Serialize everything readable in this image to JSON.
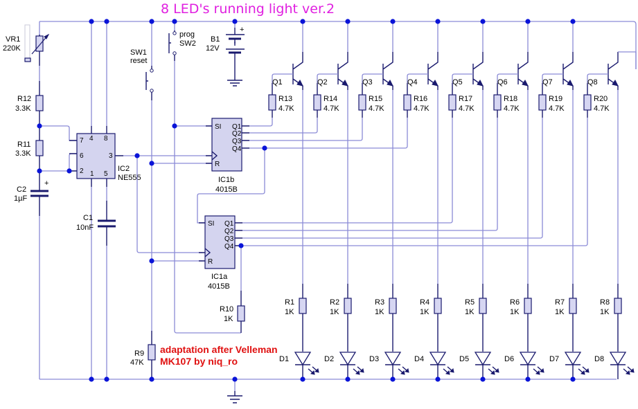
{
  "title": "8 LED's running light ver.2",
  "credit": [
    "adaptation after Velleman",
    "MK107 by niq_ro"
  ],
  "colors": {
    "wire": "#8a8ad6",
    "component_fill": "#d6d6f2",
    "component_stroke": "#1a1a6e",
    "node": "#0a14d8",
    "title": "#e020e0",
    "credit": "#e01010"
  },
  "components": {
    "vr1": {
      "ref": "VR1",
      "value": "220K"
    },
    "r12": {
      "ref": "R12",
      "value": "3.3K"
    },
    "r11": {
      "ref": "R11",
      "value": "3.3K"
    },
    "c2": {
      "ref": "C2",
      "value": "1µF",
      "polarity": "+"
    },
    "c1": {
      "ref": "C1",
      "value": "10nF"
    },
    "ic2": {
      "ref": "IC2",
      "part": "NE555",
      "pins": [
        "7",
        "4",
        "8",
        "6",
        "3",
        "2",
        "1",
        "5"
      ]
    },
    "sw1": {
      "ref": "SW1",
      "label": "reset"
    },
    "sw2": {
      "ref": "SW2",
      "label": "prog"
    },
    "b1": {
      "ref": "B1",
      "value": "12V",
      "polarity": "+"
    },
    "ic1b": {
      "ref": "IC1b",
      "part": "4015B",
      "pins": [
        "SI",
        "Q1",
        "Q2",
        "Q3",
        "Q4",
        "R"
      ]
    },
    "ic1a": {
      "ref": "IC1a",
      "part": "4015B",
      "pins": [
        "SI",
        "Q1",
        "Q2",
        "Q3",
        "Q4",
        "R"
      ]
    },
    "r10": {
      "ref": "R10",
      "value": "1K"
    },
    "r9": {
      "ref": "R9",
      "value": "47K"
    }
  },
  "transistors": [
    {
      "ref": "Q1",
      "base_res": "R13",
      "value": "4.7K"
    },
    {
      "ref": "Q2",
      "base_res": "R14",
      "value": "4.7K"
    },
    {
      "ref": "Q3",
      "base_res": "R15",
      "value": "4.7K"
    },
    {
      "ref": "Q4",
      "base_res": "R16",
      "value": "4.7K"
    },
    {
      "ref": "Q5",
      "base_res": "R17",
      "value": "4.7K"
    },
    {
      "ref": "Q6",
      "base_res": "R18",
      "value": "4.7K"
    },
    {
      "ref": "Q7",
      "base_res": "R19",
      "value": "4.7K"
    },
    {
      "ref": "Q8",
      "base_res": "R20",
      "value": "4.7K"
    }
  ],
  "leds": [
    {
      "res": "R1",
      "value": "1K",
      "diode": "D1"
    },
    {
      "res": "R2",
      "value": "1K",
      "diode": "D2"
    },
    {
      "res": "R3",
      "value": "1K",
      "diode": "D3"
    },
    {
      "res": "R4",
      "value": "1K",
      "diode": "D4"
    },
    {
      "res": "R5",
      "value": "1K",
      "diode": "D5"
    },
    {
      "res": "R6",
      "value": "1K",
      "diode": "D6"
    },
    {
      "res": "R7",
      "value": "1K",
      "diode": "D7"
    },
    {
      "res": "R8",
      "value": "1K",
      "diode": "D8"
    }
  ]
}
